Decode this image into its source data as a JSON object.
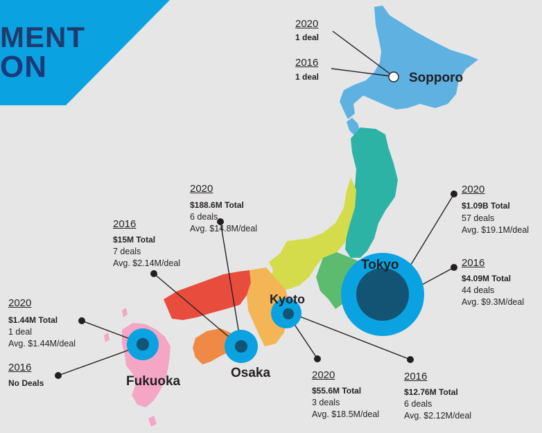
{
  "banner": {
    "line1": "MENT",
    "line2": "ON"
  },
  "colors": {
    "blue": "#0aa2e0",
    "navy": "#135373",
    "hokkaido": "#5fb1e2",
    "tohoku": "#2cb3a6",
    "kanto": "#5dbb70",
    "chubu": "#d4dc4c",
    "kansai": "#f3b556",
    "chugoku": "#e84c3d",
    "shikoku": "#ef8a46",
    "kyushu": "#f4a6c4",
    "background": "#e6e6e7"
  },
  "cities": {
    "sopporo": {
      "name": "Sopporo",
      "y2020": {
        "year": "2020",
        "deals": "1 deal"
      },
      "y2016": {
        "year": "2016",
        "deals": "1 deal"
      }
    },
    "tokyo": {
      "name": "Tokyo",
      "y2020": {
        "year": "2020",
        "total": "$1.09B Total",
        "deals": "57 deals",
        "avg": "Avg. $19.1M/deal"
      },
      "y2016": {
        "year": "2016",
        "total": "$4.09M Total",
        "deals": "44 deals",
        "avg": "Avg. $9.3M/deal"
      }
    },
    "kyoto": {
      "name": "Kyoto",
      "y2020": {
        "year": "2020",
        "total": "$55.6M Total",
        "deals": "3 deals",
        "avg": "Avg. $18.5M/deal"
      },
      "y2016": {
        "year": "2016",
        "total": "$12.76M Total",
        "deals": "6 deals",
        "avg": "Avg. $2.12M/deal"
      }
    },
    "osaka": {
      "name": "Osaka",
      "y2020": {
        "year": "2020",
        "total": "$188.6M Total",
        "deals": "6 deals",
        "avg": "Avg. $14.8M/deal"
      },
      "y2016": {
        "year": "2016",
        "total": "$15M Total",
        "deals": "7 deals",
        "avg": "Avg. $2.14M/deal"
      }
    },
    "fukuoka": {
      "name": "Fukuoka",
      "y2020": {
        "year": "2020",
        "total": "$1.44M Total",
        "deals": "1  deal",
        "avg": "Avg. $1.44M/deal"
      },
      "y2016": {
        "year": "2016",
        "deals": "No Deals"
      }
    }
  }
}
